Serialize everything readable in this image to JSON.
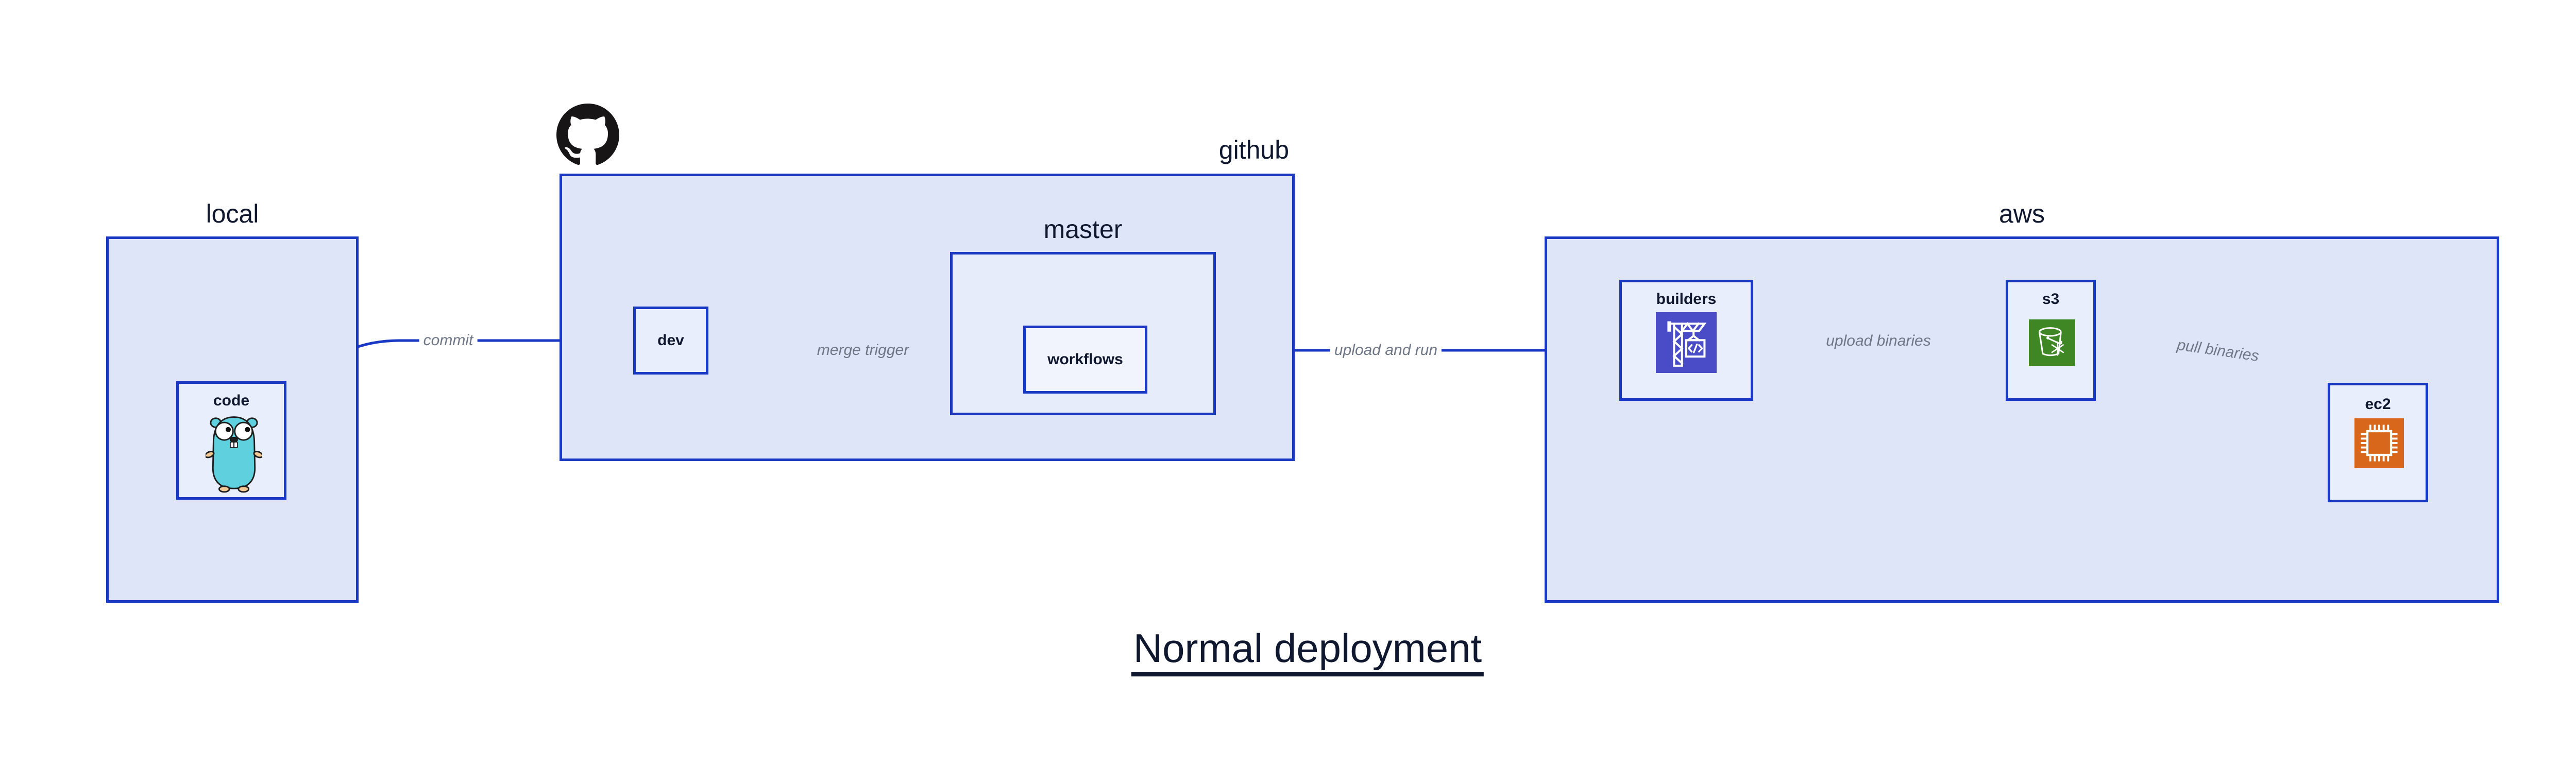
{
  "title": "Normal deployment",
  "groups": {
    "local": {
      "label": "local"
    },
    "github": {
      "label": "github"
    },
    "master": {
      "label": "master"
    },
    "aws": {
      "label": "aws"
    }
  },
  "nodes": {
    "code": {
      "label": "code",
      "icon": "go-gopher-icon"
    },
    "dev": {
      "label": "dev"
    },
    "workflows": {
      "label": "workflows"
    },
    "builders": {
      "label": "builders",
      "icon": "aws-codebuild-icon"
    },
    "s3": {
      "label": "s3",
      "icon": "aws-s3-bucket-icon"
    },
    "ec2": {
      "label": "ec2",
      "icon": "aws-ec2-chip-icon"
    }
  },
  "edges": {
    "commit": {
      "label": "commit"
    },
    "merge_trigger": {
      "label": "merge trigger"
    },
    "upload_and_run": {
      "label": "upload and run"
    },
    "upload_binaries": {
      "label": "upload binaries"
    },
    "pull_binaries": {
      "label": "pull binaries"
    }
  },
  "icons": {
    "github_logo": "github-octocat-icon"
  },
  "colors": {
    "line_blue": "#1939c4",
    "group_fill": "#dee5f8",
    "node_fill": "#e9eefc",
    "master_fill": "#e7ecfa",
    "workflows_fill": "#f1f4fc",
    "dark_text": "#10182f",
    "edge_label_gray": "#6f7685",
    "codebuild_purple": "#4a4bc6",
    "s3_green": "#3f8624",
    "ec2_orange": "#d9671b",
    "gopher_teal": "#5fd0dd",
    "octocat_black": "#171515",
    "canvas_bg": "#ffffff"
  }
}
